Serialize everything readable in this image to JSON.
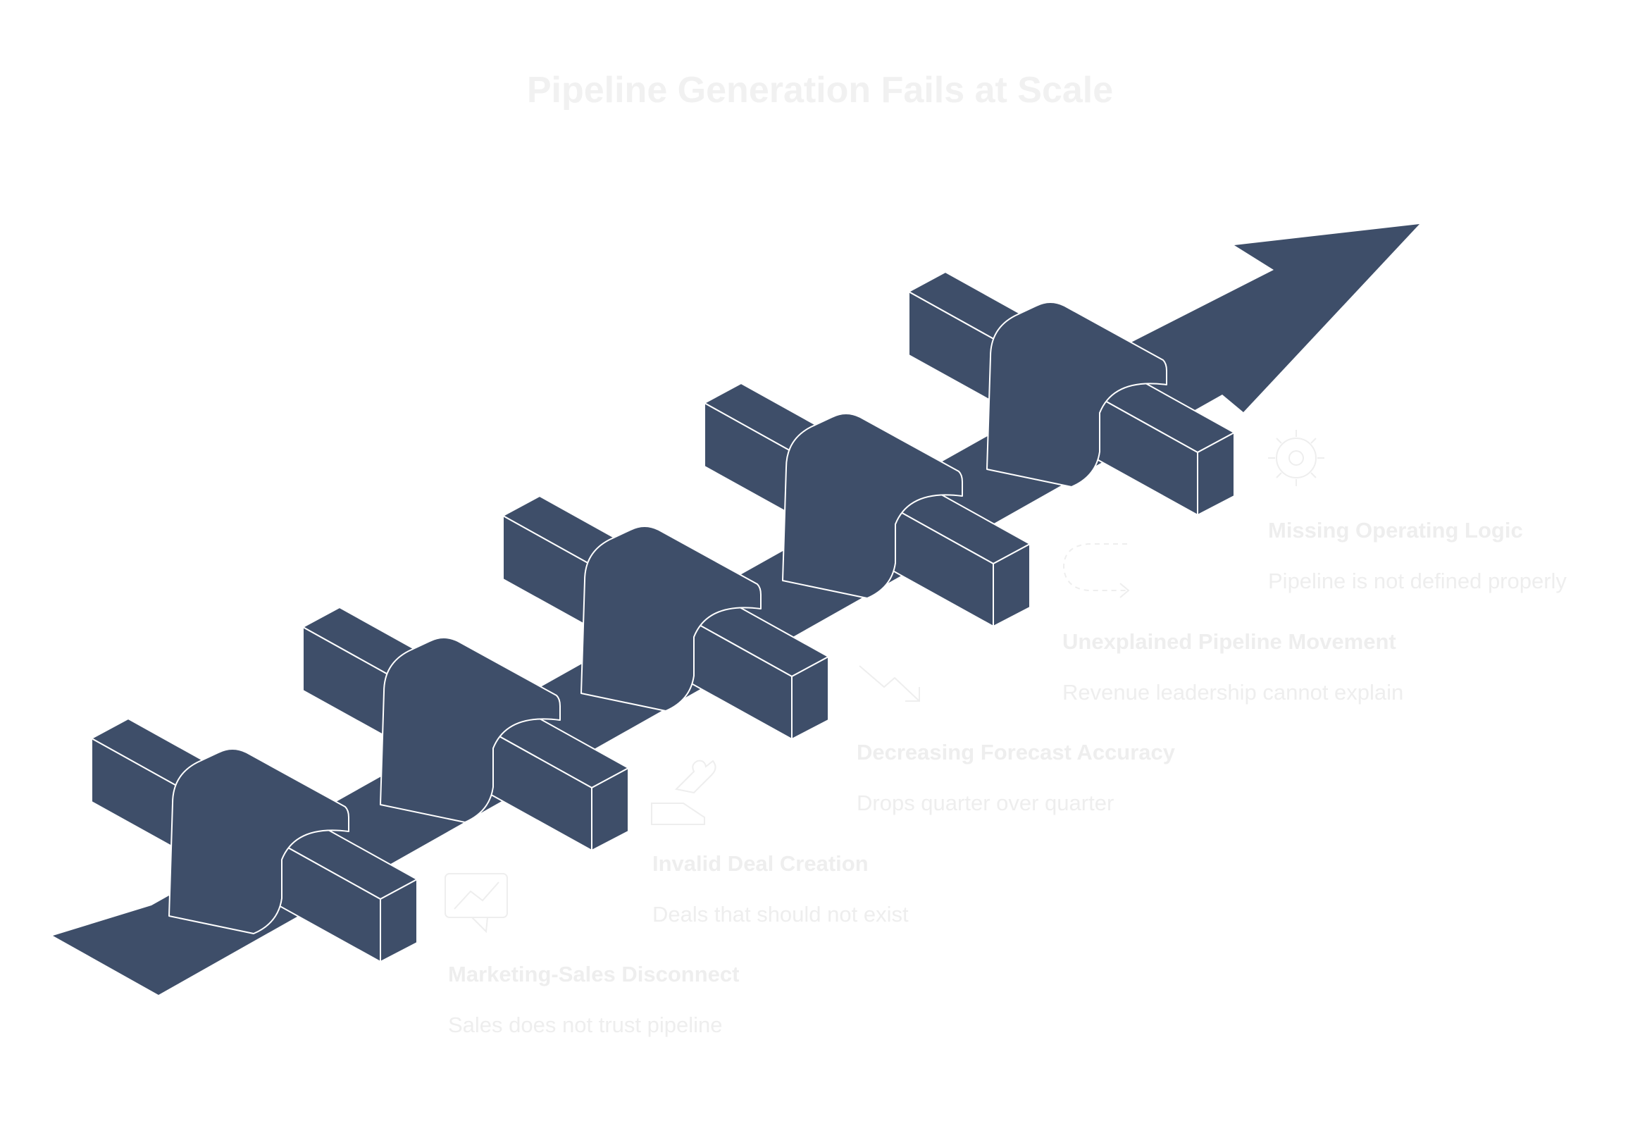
{
  "title": "Pipeline Generation Fails at Scale",
  "colors": {
    "shape": "#3e4e69",
    "outline": "#ffffff",
    "text": "#eeeeee",
    "title": "#f1f1f1",
    "icon": "#eeeeee"
  },
  "items": [
    {
      "title": "Marketing-Sales Disconnect",
      "description": "Sales does not trust pipeline",
      "icon": "chat-trend-icon"
    },
    {
      "title": "Invalid Deal Creation",
      "description": "Deals that should not exist",
      "icon": "puzzle-hand-icon"
    },
    {
      "title": "Decreasing Forecast Accuracy",
      "description": "Drops quarter over quarter",
      "icon": "trend-down-icon"
    },
    {
      "title": "Unexplained Pipeline Movement",
      "description": "Revenue leadership cannot explain",
      "icon": "dashed-curve-arrow-icon"
    },
    {
      "title": "Missing Operating Logic",
      "description": "Pipeline is not defined properly",
      "icon": "gear-icon"
    }
  ]
}
